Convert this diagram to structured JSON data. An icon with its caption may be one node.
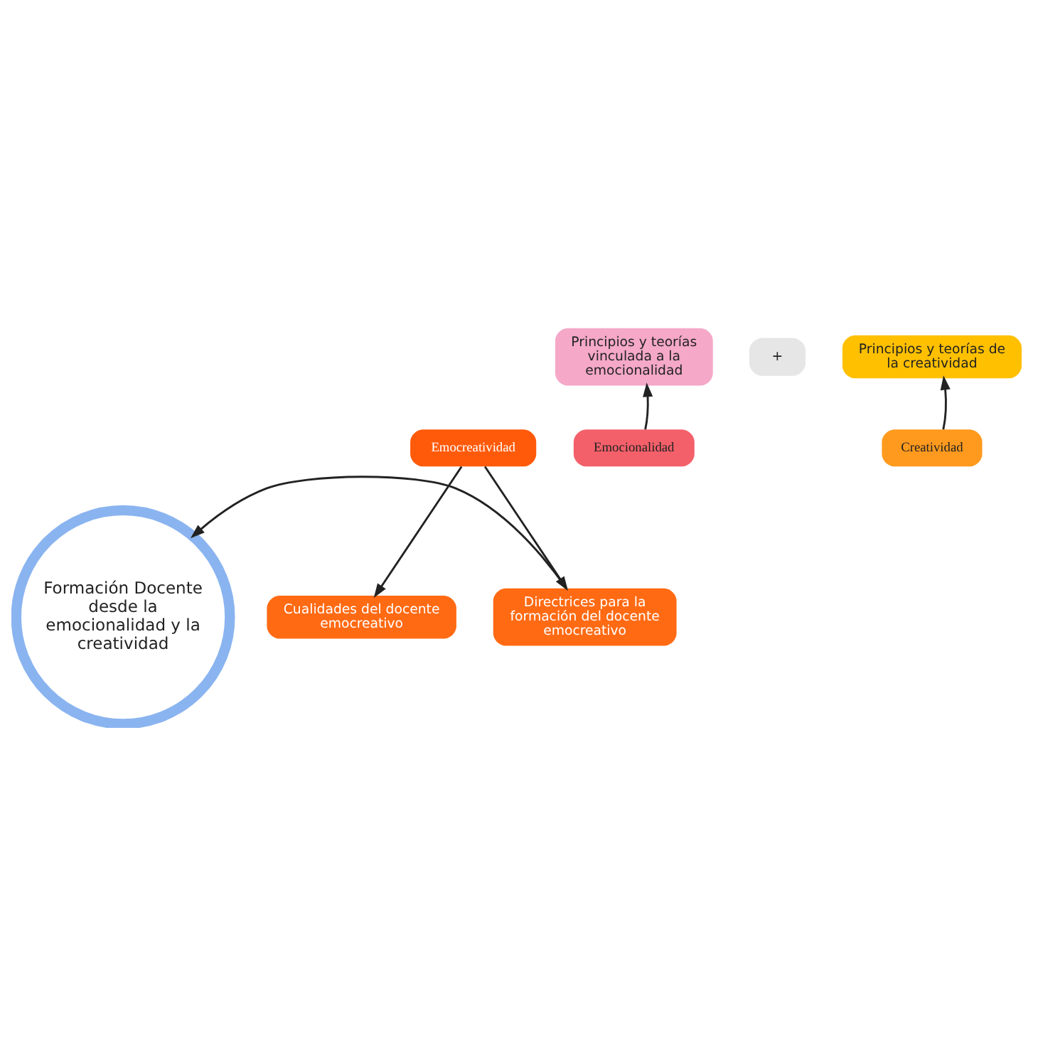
{
  "diagram": {
    "nodes": [
      {
        "text": [
          "Formación Docente desde la emocionalidad y la creatividad"
        ]
      },
      {
        "text": [
          "Principios y teorías vinculada a la emocionalidad"
        ]
      },
      {
        "text": [
          "+"
        ]
      },
      {
        "text": [
          "Principios y teorías de la creatividad"
        ]
      },
      {
        "text": [
          "Emocionalidad"
        ]
      },
      {
        "text": [
          "Emocreatividad"
        ]
      },
      {
        "text": [
          "Creatividad"
        ]
      },
      {
        "text": [
          "Cualidades del docente emocreativo"
        ]
      },
      {
        "text": [
          "Directrices para la formación del docente emocreativo"
        ]
      }
    ],
    "edges": [
      {
        "from": 4,
        "to": 1,
        "arrow": "to"
      },
      {
        "from": 6,
        "to": 3,
        "arrow": "to"
      },
      {
        "from": 5,
        "to": 7,
        "arrow": "to"
      },
      {
        "from": 5,
        "to": 8,
        "arrow": "to"
      },
      {
        "from": 8,
        "to": 0,
        "arrow": "to"
      }
    ]
  }
}
